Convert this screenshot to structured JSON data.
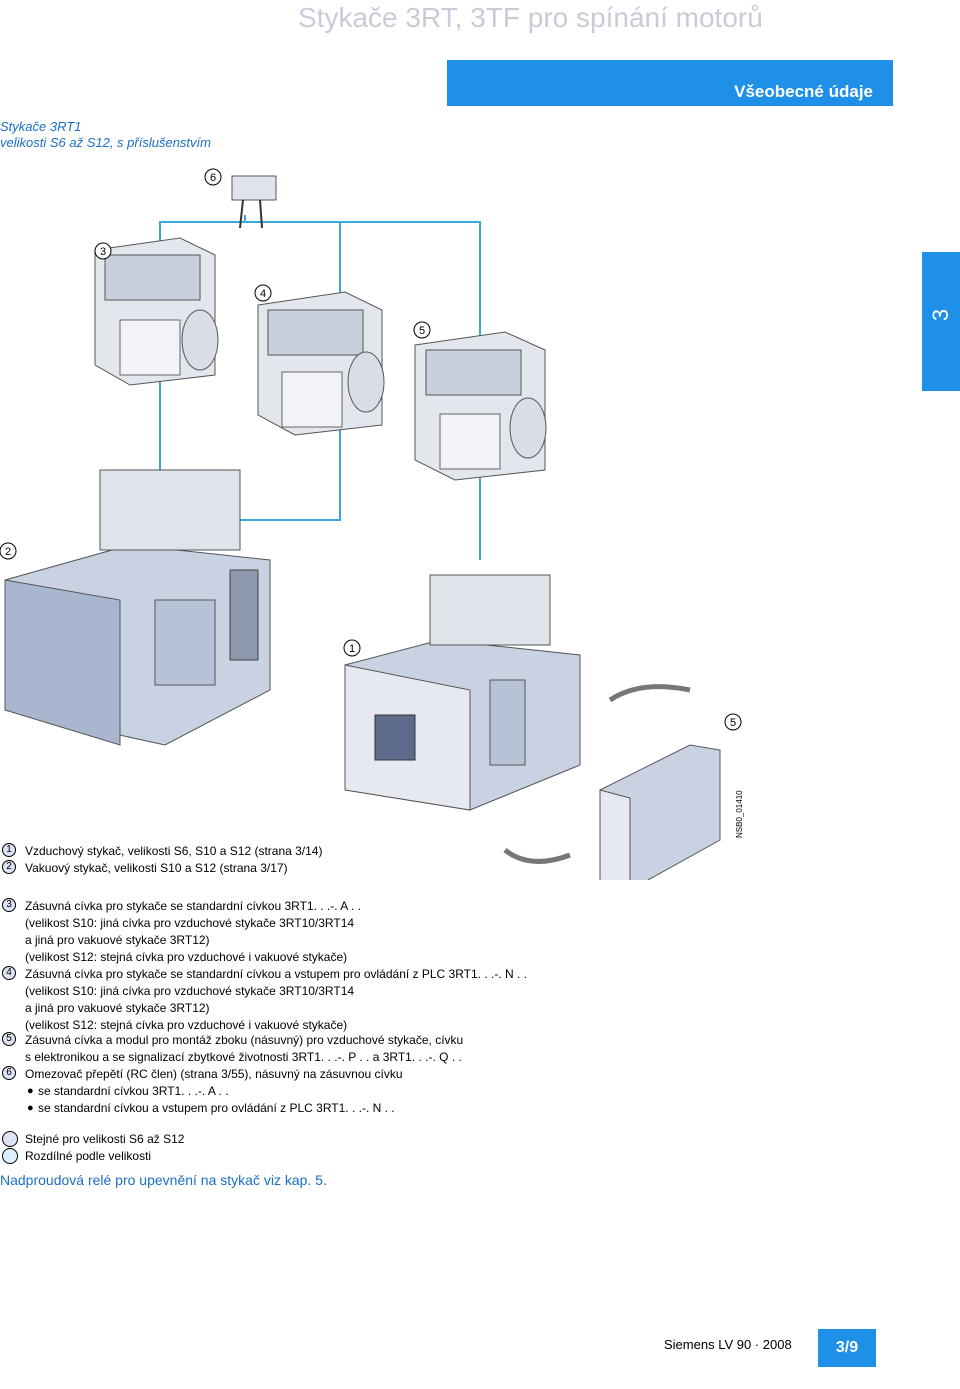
{
  "header": {
    "title": "Stykače 3RT, 3TF pro spínání motorů",
    "section": "Všeobecné údaje",
    "chapter_tab": "3"
  },
  "subtitle": {
    "line1": "Stykače 3RT1",
    "line2": "velikosti S6 až S12, s příslušenstvím"
  },
  "figure": {
    "callouts": [
      "6",
      "3",
      "4",
      "5",
      "2",
      "1",
      "5"
    ],
    "code": "NSB0_01410"
  },
  "items": [
    {
      "n": "1",
      "text": "Vzduchový stykač, velikosti S6, S10 a S12 (strana 3/14)"
    },
    {
      "n": "2",
      "text": "Vakuový stykač, velikosti S10 a S12 (strana 3/17)"
    },
    {
      "n": "3",
      "lines": [
        "Zásuvná cívka pro stykače se standardní cívkou 3RT1. . .-. A . .",
        "(velikost S10: jiná cívka pro vzduchové stykače 3RT10/3RT14",
        "a jiná pro vakuové stykače 3RT12)",
        "(velikost S12: stejná cívka pro vzduchové i vakuové stykače)"
      ]
    },
    {
      "n": "4",
      "lines": [
        "Zásuvná cívka pro stykače se standardní cívkou a vstupem pro ovládání z PLC 3RT1. . .-. N . .",
        "(velikost S10: jiná cívka pro vzduchové stykače 3RT10/3RT14",
        "a jiná pro vakuové stykače 3RT12)",
        "(velikost S12: stejná cívka pro vzduchové i vakuové stykače)"
      ]
    },
    {
      "n": "5",
      "lines": [
        "Zásuvná cívka a modul pro montáž zboku (násuvný) pro vzduchové stykače, cívku",
        "s elektronikou a se signalizací zbytkové životnosti 3RT1. . .-. P . . a 3RT1. . .-. Q . ."
      ]
    },
    {
      "n": "6",
      "text": "Omezovač přepětí (RC člen) (strana 3/55), násuvný na zásuvnou cívku",
      "bullets": [
        "se standardní cívkou 3RT1. . .-. A . .",
        "se standardní cívkou a vstupem pro ovládání z PLC 3RT1. . .-. N . ."
      ]
    }
  ],
  "legend": {
    "same": "Stejné pro velikosti S6 až S12",
    "different": "Rozdílné podle velikosti"
  },
  "note": "Nadproudová relé pro upevnění na stykač viz kap. 5.",
  "footer": {
    "text": "Siemens LV 90 · 2008",
    "page": "3/9"
  },
  "colors": {
    "accent_blue": "#1e90e8",
    "same_circle": "#dde3f4",
    "different_circle": "#d9f0ff"
  }
}
